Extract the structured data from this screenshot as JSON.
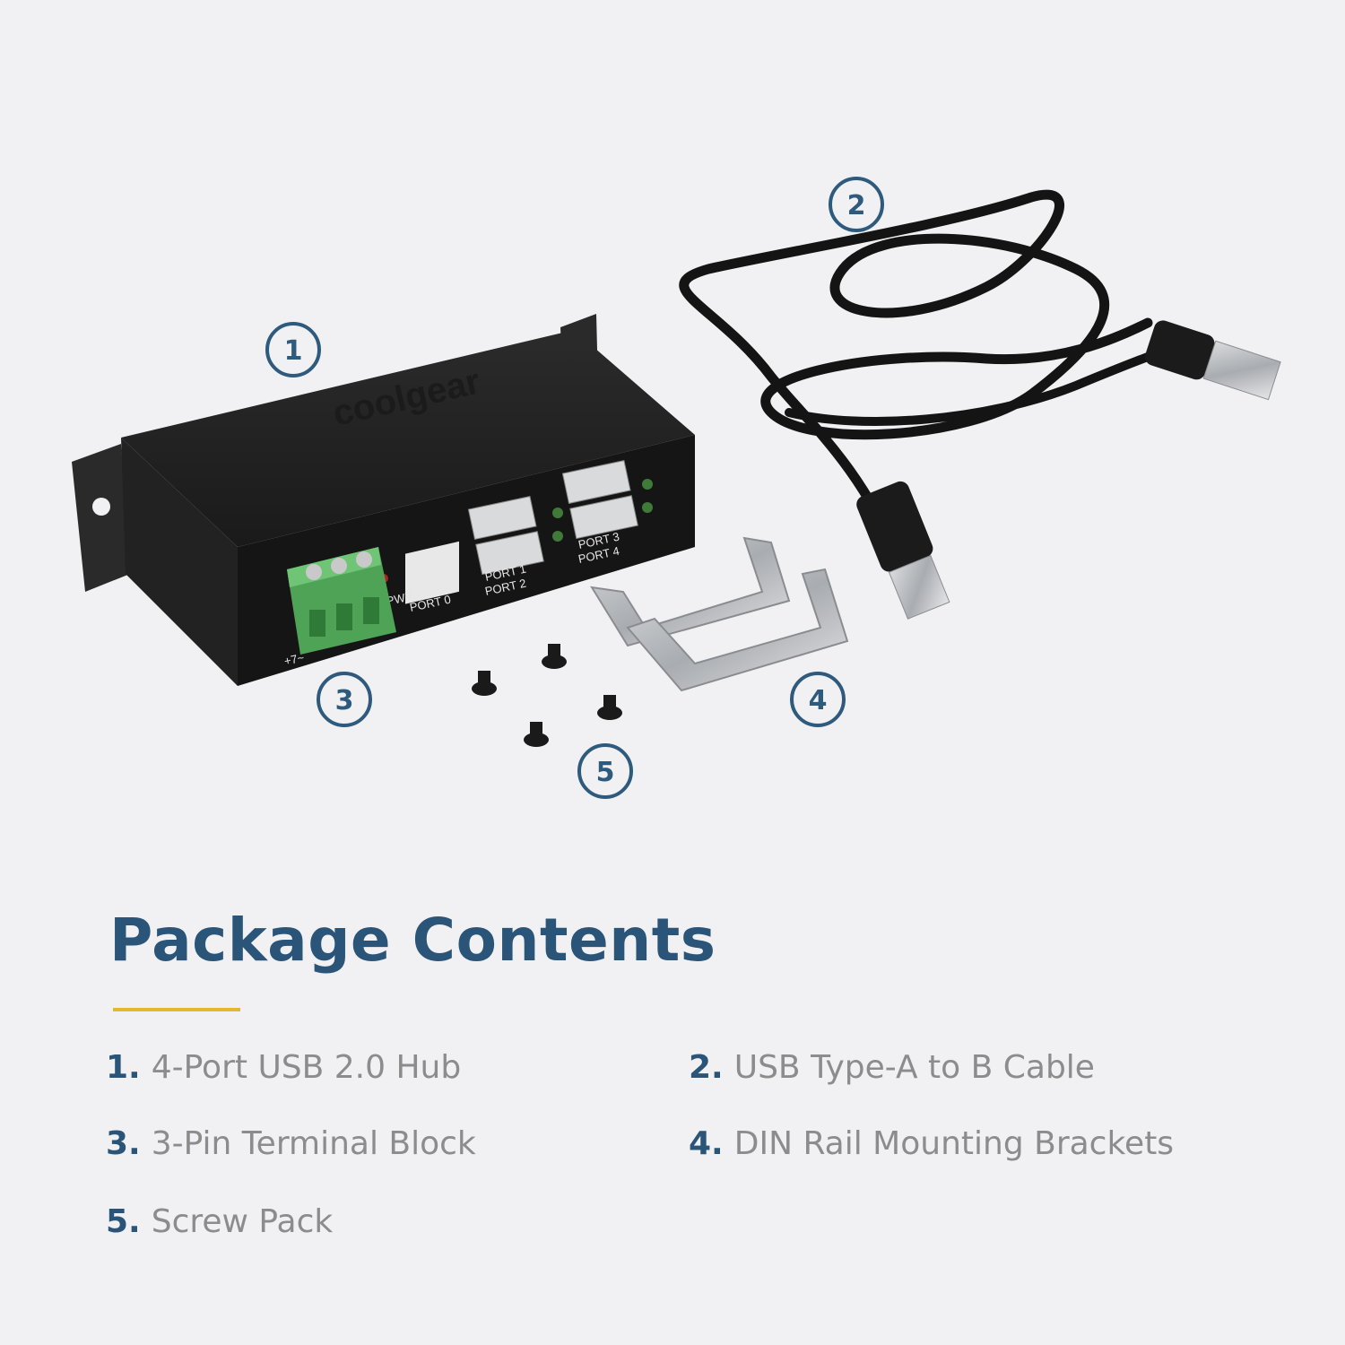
{
  "title": "Package Contents",
  "accent_color": "#e1b82f",
  "title_color": "#2a5478",
  "callouts": [
    "1",
    "2",
    "3",
    "4",
    "5"
  ],
  "product": {
    "brand": "coolgear",
    "ports": {
      "port0": "PORT 0",
      "port1": "PORT 1",
      "port2": "PORT 2",
      "port3": "PORT 3",
      "port4": "PORT 4",
      "pwr": "PWR",
      "voltage": "+7~"
    }
  },
  "items": [
    {
      "number": "1.",
      "label": "4-Port USB 2.0 Hub"
    },
    {
      "number": "2.",
      "label": "USB Type-A to B Cable"
    },
    {
      "number": "3.",
      "label": "3-Pin Terminal Block"
    },
    {
      "number": "4.",
      "label": "DIN Rail Mounting Brackets"
    },
    {
      "number": "5.",
      "label": "Screw Pack"
    }
  ]
}
